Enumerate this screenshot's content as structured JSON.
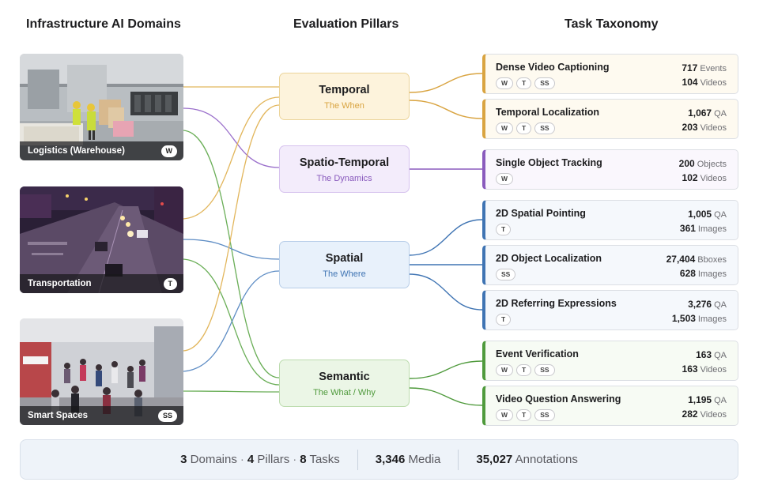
{
  "headers": {
    "domains": "Infrastructure AI Domains",
    "pillars": "Evaluation Pillars",
    "taxonomy": "Task Taxonomy"
  },
  "domains": [
    {
      "label": "Logistics (Warehouse)",
      "badge": "W"
    },
    {
      "label": "Transportation",
      "badge": "T"
    },
    {
      "label": "Smart Spaces",
      "badge": "SS"
    }
  ],
  "pillars": [
    {
      "name": "Temporal",
      "subtitle": "The When",
      "color": "#d9a441",
      "bg": "#fdf3dc",
      "border": "#ecd49a"
    },
    {
      "name": "Spatio-Temporal",
      "subtitle": "The Dynamics",
      "color": "#8a5bbd",
      "bg": "#f3ecfb",
      "border": "#d6c2ee"
    },
    {
      "name": "Spatial",
      "subtitle": "The Where",
      "color": "#3f74b3",
      "bg": "#e8f1fb",
      "border": "#b7cde8"
    },
    {
      "name": "Semantic",
      "subtitle": "The What / Why",
      "color": "#4f9a3c",
      "bg": "#ebf6e6",
      "border": "#bcdcae"
    }
  ],
  "tasks": [
    {
      "name": "Dense Video Captioning",
      "tags": [
        "W",
        "T",
        "SS"
      ],
      "v1": "717",
      "u1": "Events",
      "v2": "104",
      "u2": "Videos",
      "color": "#d9a441",
      "bg": "#fefaf0"
    },
    {
      "name": "Temporal Localization",
      "tags": [
        "W",
        "T",
        "SS"
      ],
      "v1": "1,067",
      "u1": "QA",
      "v2": "203",
      "u2": "Videos",
      "color": "#d9a441",
      "bg": "#fefaf0"
    },
    {
      "name": "Single Object Tracking",
      "tags": [
        "W"
      ],
      "v1": "200",
      "u1": "Objects",
      "v2": "102",
      "u2": "Videos",
      "color": "#8a5bbd",
      "bg": "#faf7fd"
    },
    {
      "name": "2D Spatial Pointing",
      "tags": [
        "T"
      ],
      "v1": "1,005",
      "u1": "QA",
      "v2": "361",
      "u2": "Images",
      "color": "#3f74b3",
      "bg": "#f5f8fc"
    },
    {
      "name": "2D Object Localization",
      "tags": [
        "SS"
      ],
      "v1": "27,404",
      "u1": "Bboxes",
      "v2": "628",
      "u2": "Images",
      "color": "#3f74b3",
      "bg": "#f5f8fc"
    },
    {
      "name": "2D Referring Expressions",
      "tags": [
        "T"
      ],
      "v1": "3,276",
      "u1": "QA",
      "v2": "1,503",
      "u2": "Images",
      "color": "#3f74b3",
      "bg": "#f5f8fc"
    },
    {
      "name": "Event Verification",
      "tags": [
        "W",
        "T",
        "SS"
      ],
      "v1": "163",
      "u1": "QA",
      "v2": "163",
      "u2": "Videos",
      "color": "#4f9a3c",
      "bg": "#f7fbf4"
    },
    {
      "name": "Video Question Answering",
      "tags": [
        "W",
        "T",
        "SS"
      ],
      "v1": "1,195",
      "u1": "QA",
      "v2": "282",
      "u2": "Videos",
      "color": "#4f9a3c",
      "bg": "#f7fbf4"
    }
  ],
  "summary": {
    "domains_value": "3",
    "domains_label": "Domains",
    "pillars_value": "4",
    "pillars_label": "Pillars",
    "tasks_value": "8",
    "tasks_label": "Tasks",
    "media_value": "3,346",
    "media_label": "Media",
    "annotations_value": "35,027",
    "annotations_label": "Annotations",
    "separator": "·"
  }
}
